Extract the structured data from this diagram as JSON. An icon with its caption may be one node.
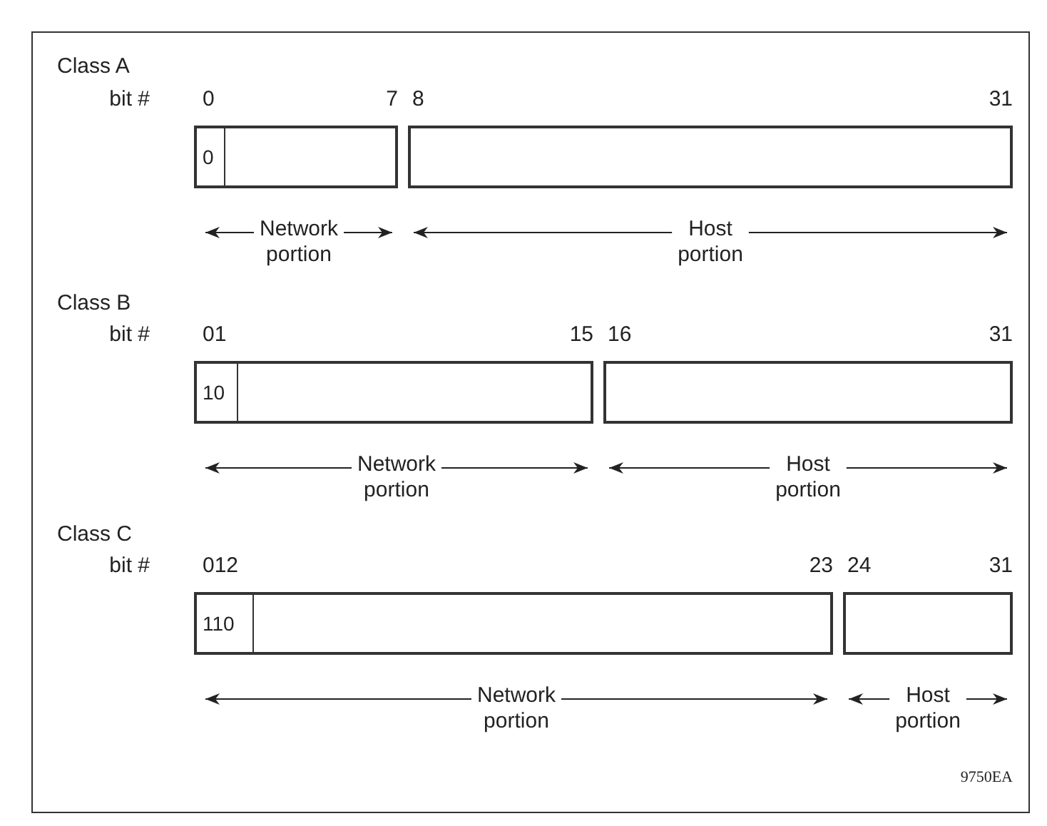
{
  "diagram": {
    "nodes": [
      {
        "text": [],
        "shape": "box"
      },
      {
        "text": [
          "0"
        ],
        "in": 0
      },
      {
        "text": [],
        "shape": "box"
      },
      {
        "text": [],
        "shape": "box"
      },
      {
        "text": [
          "10"
        ],
        "in": 3
      },
      {
        "text": [],
        "shape": "box"
      },
      {
        "text": [],
        "shape": "box"
      },
      {
        "text": [
          "110"
        ],
        "in": 6
      },
      {
        "text": [],
        "shape": "box"
      }
    ],
    "labels": [
      "Class A",
      "bit #",
      "0",
      "7",
      "8",
      "31",
      "Network portion",
      "Host portion",
      "Class B",
      "bit #",
      "01",
      "15",
      "16",
      "31",
      "Network portion",
      "Host portion",
      "Class C",
      "bit #",
      "012",
      "23",
      "24",
      "31",
      "Network portion",
      "Host portion",
      "9750EA"
    ]
  }
}
